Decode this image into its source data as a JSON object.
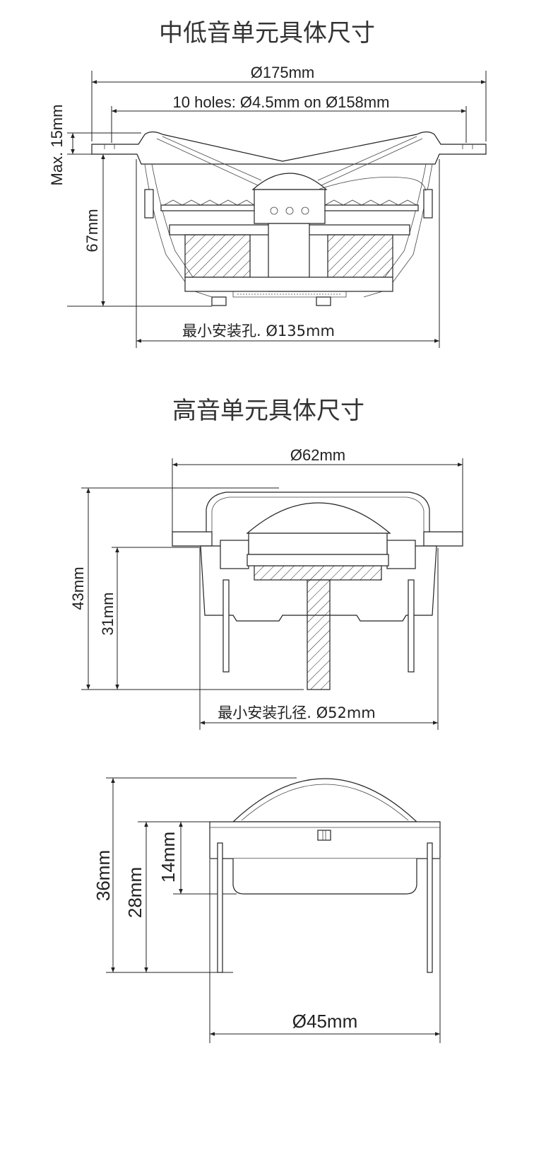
{
  "woofer": {
    "title": "中低音单元具体尺寸",
    "dim_outer_diameter": "Ø175mm",
    "dim_holes": "10 holes: Ø4.5mm on Ø158mm",
    "dim_max_height": "Max. 15mm",
    "dim_depth": "67mm",
    "dim_cutout": "最小安装孔. Ø135mm"
  },
  "tweeter": {
    "title": "高音单元具体尺寸",
    "dim_outer_diameter": "Ø62mm",
    "dim_total_height": "43mm",
    "dim_depth": "31mm",
    "dim_cutout": "最小安装孔径. Ø52mm"
  },
  "tweeter_side": {
    "dim_height": "36mm",
    "dim_mid": "28mm",
    "dim_small": "14mm",
    "dim_diameter": "Ø45mm"
  },
  "colors": {
    "line": "#222222",
    "background": "#ffffff"
  }
}
